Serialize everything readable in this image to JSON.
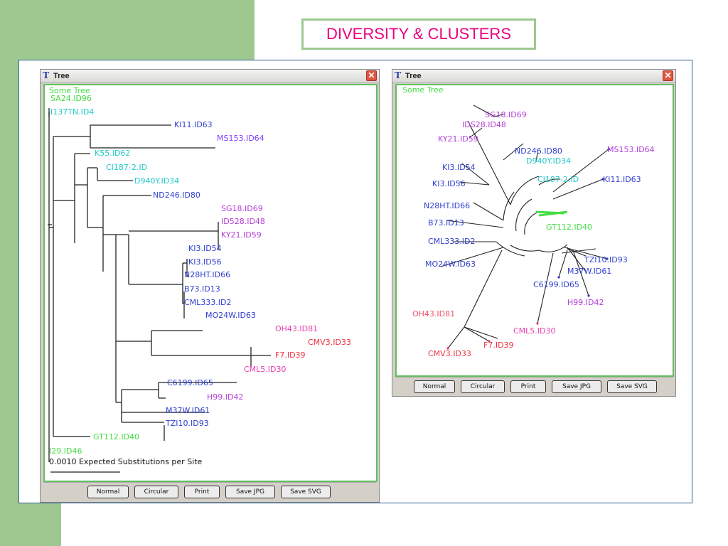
{
  "slide_title": "DIVERSITY & CLUSTERS",
  "colors": {
    "accent_green": "#9dc991",
    "title_pink": "#e8007f"
  },
  "left_window": {
    "title": "Tree",
    "tree_name": "Some Tree",
    "labels": {
      "sa24": "SA24.ID96",
      "i137": "I137TN.ID4",
      "ki11": "KI11.ID63",
      "ms153": "MS153.ID64",
      "k55": "K55.ID62",
      "ci187": "CI187-2.ID",
      "d940": "D940Y.ID34",
      "nd246": "ND246.ID80",
      "sg18": "SG18.ID69",
      "id528": "ID528.ID48",
      "ky21": "KY21.ID59",
      "ki3a": "KI3.ID54",
      "ki3b": "KI3.ID56",
      "n28ht": "N28HT.ID66",
      "b73": "B73.ID13",
      "cml333": "CML333.ID2",
      "mo24w": "MO24W.ID63",
      "oh43": "OH43.ID81",
      "cmv3": "CMV3.ID33",
      "f7": "F7.ID39",
      "cml5": "CML5.ID30",
      "c6199": "C6199.ID65",
      "h99": "H99.ID42",
      "m37w": "M37W.ID61",
      "tzi10": "TZI10.ID93",
      "gt112": "GT112.ID40",
      "i29": "I29.ID46"
    },
    "scale_text": "0.0010 Expected Substitutions per Site",
    "buttons": [
      "Normal",
      "Circular",
      "Print",
      "Save JPG",
      "Save SVG"
    ]
  },
  "right_window": {
    "title": "Tree",
    "tree_name": "Some Tree",
    "labels": {
      "sg18": "SG18.ID69",
      "ids28": "IDS28.ID48",
      "ky21": "KY21.ID59",
      "nd246": "ND246.ID80",
      "d940": "D940Y.ID34",
      "ms153": "MS153.ID64",
      "ki3a": "KI3.ID54",
      "ki11": "KI11.ID63",
      "ki3b": "KI3.ID56",
      "ci87": "CI187-2.ID",
      "n28ht": "N28HT.ID66",
      "gt112": "GT112.ID40",
      "b73": "B73.ID13",
      "cml333": "CML333.ID2",
      "tzi10": "TZI10.ID93",
      "mo24w": "MO24W.ID63",
      "m37w": "M37W.ID61",
      "c6199": "C6199.ID65",
      "h99": "H99.ID42",
      "oh43": "OH43.ID81",
      "cml5": "CML5.ID30",
      "f7": "F7.ID39",
      "cmv3": "CMV3.ID33"
    },
    "buttons": [
      "Normal",
      "Circular",
      "Print",
      "Save JPG",
      "Save SVG"
    ]
  }
}
